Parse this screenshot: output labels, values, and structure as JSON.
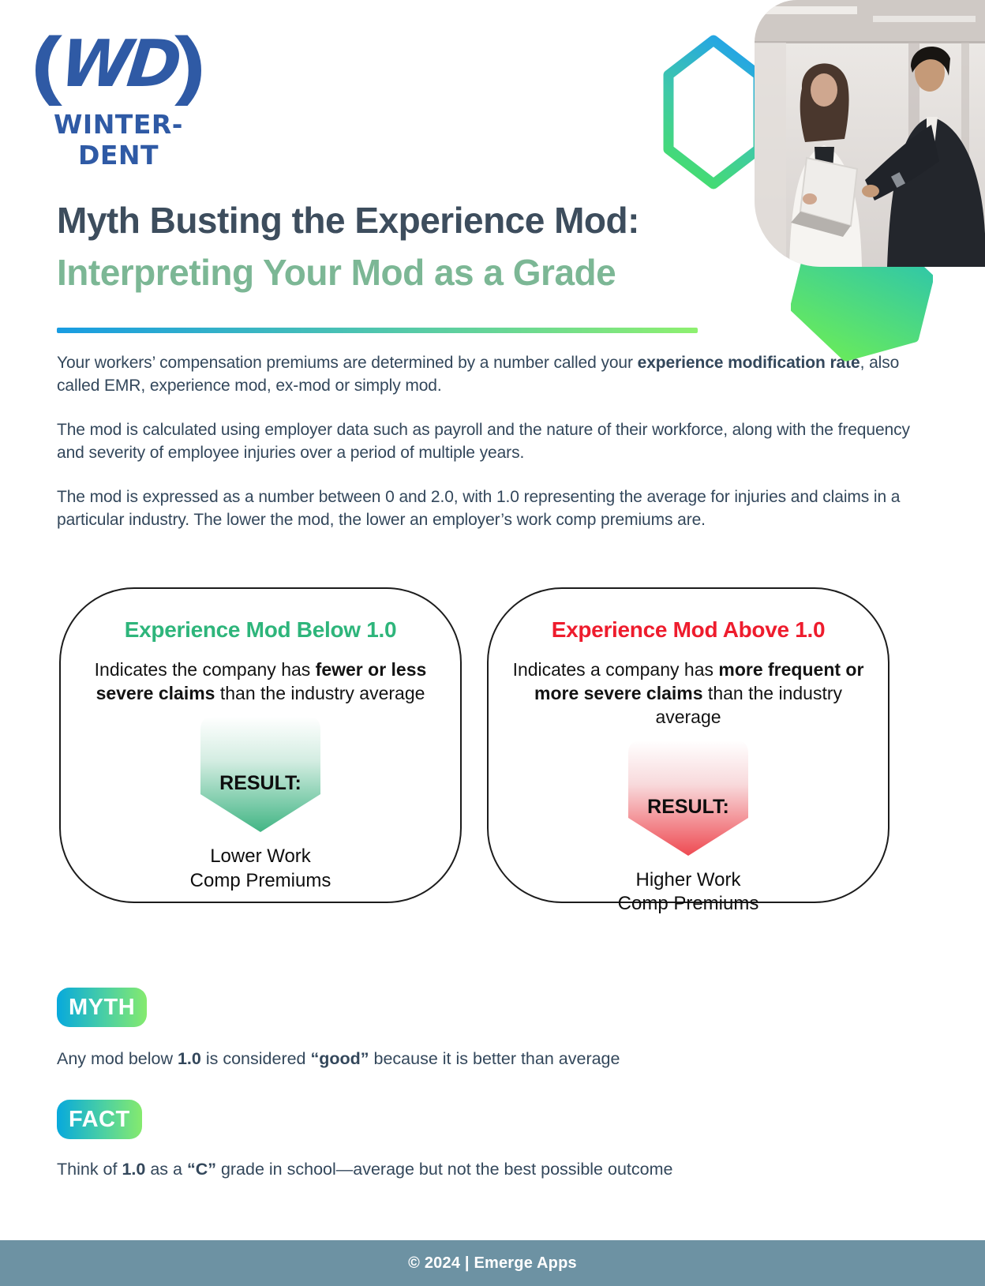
{
  "brand": {
    "paren_left": "(",
    "monogram": "WD",
    "paren_right": ")",
    "wordmark": "WINTER-DENT",
    "color": "#2f5aa5"
  },
  "header": {
    "title": "Myth Busting the Experience Mod:",
    "subtitle": "Interpreting Your Mod as a Grade",
    "title_color": "#3d4d5d",
    "subtitle_color": "#7cb795",
    "rule_gradient": [
      "#189ce2",
      "#8ef06f"
    ],
    "photo_alt": "two-businesspeople-reviewing-laptop"
  },
  "intro_paragraphs": [
    {
      "segments": [
        {
          "t": "Your workers’ compensation premiums are determined by a number called your "
        },
        {
          "t": "experience modification rate",
          "b": true
        },
        {
          "t": ", also called EMR, experience mod, ex-mod or simply mod."
        }
      ]
    },
    {
      "segments": [
        {
          "t": "The mod is calculated using employer data such as payroll and the nature of their workforce, along with the frequency and severity of employee injuries over a period of multiple years."
        }
      ]
    },
    {
      "segments": [
        {
          "t": "The mod is expressed as a number between 0 and 2.0, with 1.0 representing the average for injuries and claims in a particular industry. The lower the mod, the lower an employer’s work comp premiums are."
        }
      ]
    }
  ],
  "cards": [
    {
      "heading": "Experience Mod Below 1.0",
      "heading_color": "#2eb57b",
      "body": [
        {
          "t": "Indicates the company has "
        },
        {
          "t": "fewer or less severe claims",
          "b": true
        },
        {
          "t": " than the industry average"
        }
      ],
      "arrow_label": "RESULT:",
      "arrow_mid": "#d4ede2",
      "arrow_to": "#41b584",
      "outcome_line1": "Lower Work",
      "outcome_line2": "Comp Premiums"
    },
    {
      "heading": "Experience Mod Above 1.0",
      "heading_color": "#ee1c2d",
      "body": [
        {
          "t": "Indicates a company has "
        },
        {
          "t": "more frequent or more severe claims",
          "b": true
        },
        {
          "t": " than the industry average"
        }
      ],
      "arrow_label": "RESULT:",
      "arrow_mid": "#f8dadc",
      "arrow_to": "#ee4a52",
      "outcome_line1": "Higher Work",
      "outcome_line2": "Comp Premiums"
    }
  ],
  "myth": {
    "badge": "MYTH",
    "text": [
      {
        "t": "Any mod below "
      },
      {
        "t": "1.0",
        "b": true
      },
      {
        "t": " is considered "
      },
      {
        "t": "“good”",
        "b": true
      },
      {
        "t": " because it is better than average"
      }
    ]
  },
  "fact": {
    "badge": "FACT",
    "text": [
      {
        "t": "Think of "
      },
      {
        "t": "1.0",
        "b": true
      },
      {
        "t": " as a "
      },
      {
        "t": "“C”",
        "b": true
      },
      {
        "t": " grade in school—average but not the best possible outcome"
      }
    ]
  },
  "footer": {
    "text": "© 2024 | Emerge Apps",
    "bg": "#6d92a3"
  },
  "accents": {
    "badge_gradient": [
      "#07a9dc",
      "#85ea6e"
    ],
    "hexagon_outline_gradient": [
      "#23a3e8",
      "#45dd6e"
    ],
    "hexagon_filled_gradient": [
      "#2cc4ae",
      "#66e95f"
    ]
  }
}
